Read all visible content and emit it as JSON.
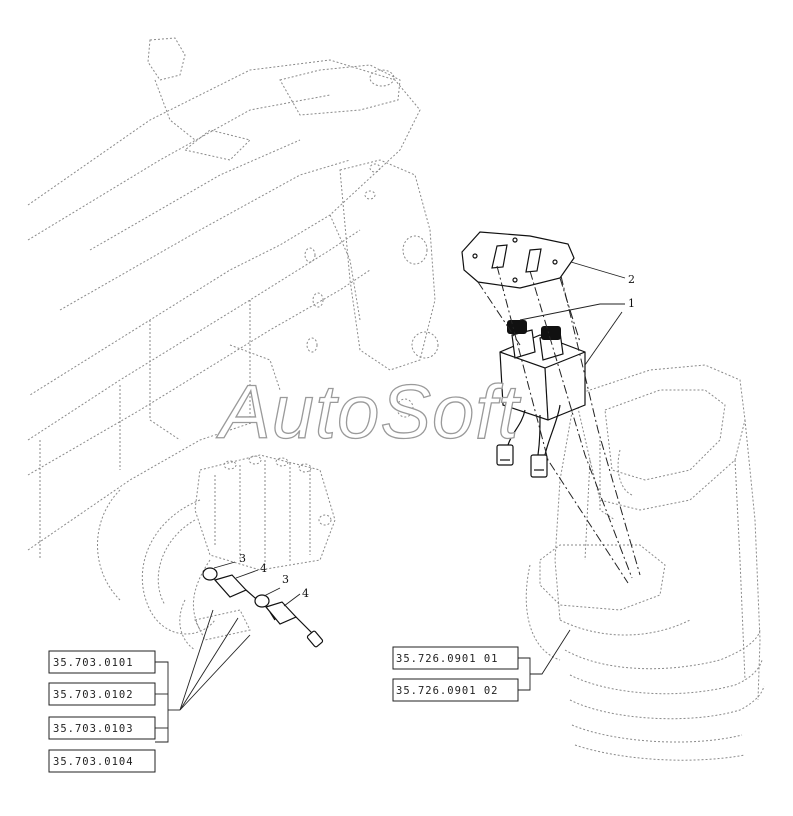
{
  "watermark": "AutoSoft",
  "callouts": {
    "c1": "1",
    "c2": "2",
    "c3a": "3",
    "c3b": "3",
    "c4a": "4",
    "c4b": "4"
  },
  "references_left": [
    "35.703.0101",
    "35.703.0102",
    "35.703.0103",
    "35.703.0104"
  ],
  "references_right": [
    "35.726.0901 01",
    "35.726.0901 02"
  ]
}
